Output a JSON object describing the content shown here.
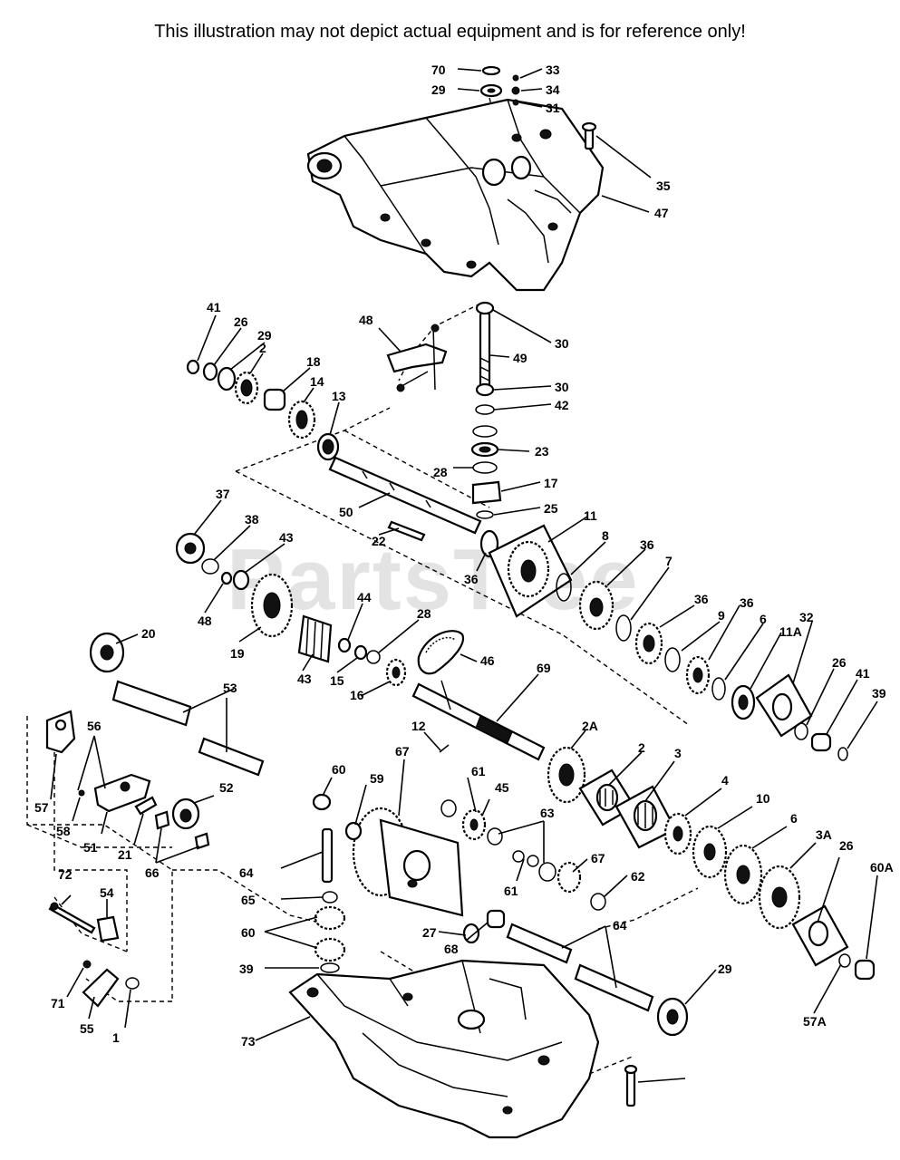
{
  "disclaimer": "This illustration may not depict actual equipment and is for reference only!",
  "watermark": "PartsTree",
  "trademark": "™",
  "callouts": [
    "70",
    "29",
    "33",
    "34",
    "31",
    "35",
    "47",
    "41",
    "26",
    "29",
    "2",
    "18",
    "14",
    "13",
    "48",
    "30",
    "49",
    "30",
    "42",
    "23",
    "28",
    "17",
    "25",
    "37",
    "38",
    "43",
    "48",
    "50",
    "22",
    "11",
    "36",
    "8",
    "36",
    "7",
    "36",
    "9",
    "36",
    "6",
    "11A",
    "32",
    "26",
    "41",
    "39",
    "20",
    "19",
    "43",
    "44",
    "28",
    "46",
    "15",
    "16",
    "69",
    "53",
    "56",
    "57",
    "58",
    "51",
    "21",
    "52",
    "66",
    "12",
    "2A",
    "2",
    "3",
    "4",
    "10",
    "6",
    "3A",
    "26",
    "60A",
    "60",
    "59",
    "67",
    "61",
    "45",
    "63",
    "64",
    "65",
    "61",
    "67",
    "62",
    "60",
    "27",
    "68",
    "64",
    "39",
    "29",
    "57A",
    "72",
    "54",
    "71",
    "55",
    "1",
    "73"
  ]
}
